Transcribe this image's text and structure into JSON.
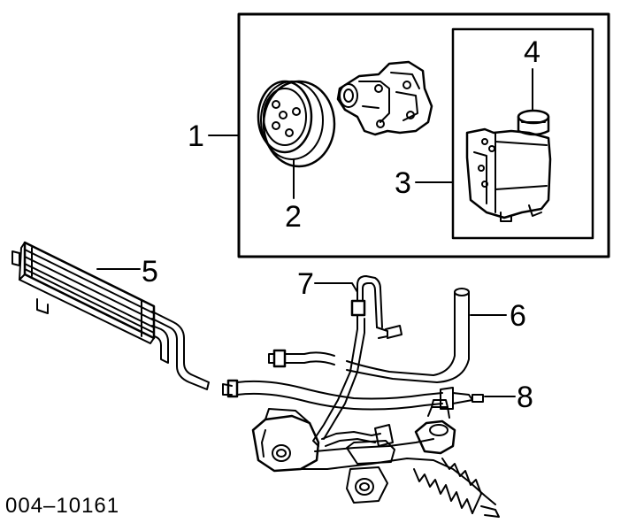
{
  "diagram": {
    "figure_code": "004–10161",
    "callouts": {
      "c1": "1",
      "c2": "2",
      "c3": "3",
      "c4": "4",
      "c5": "5",
      "c6": "6",
      "c7": "7",
      "c8": "8"
    },
    "line_color": "#000000",
    "background": "#ffffff"
  }
}
